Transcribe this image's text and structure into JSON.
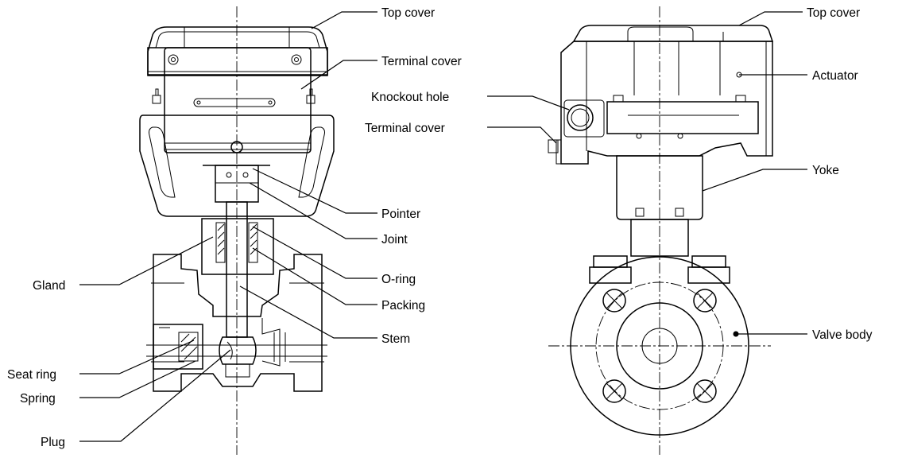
{
  "left_view": {
    "labels": {
      "top_cover": "Top cover",
      "terminal_cover": "Terminal cover",
      "pointer": "Pointer",
      "joint": "Joint",
      "o_ring": "O-ring",
      "packing": "Packing",
      "stem": "Stem",
      "gland": "Gland",
      "seat_ring": "Seat ring",
      "spring": "Spring",
      "plug": "Plug"
    }
  },
  "right_view": {
    "labels": {
      "top_cover": "Top cover",
      "actuator": "Actuator",
      "knockout_hole": "Knockout hole",
      "terminal_cover": "Terminal cover",
      "yoke": "Yoke",
      "valve_body": "Valve body"
    }
  }
}
